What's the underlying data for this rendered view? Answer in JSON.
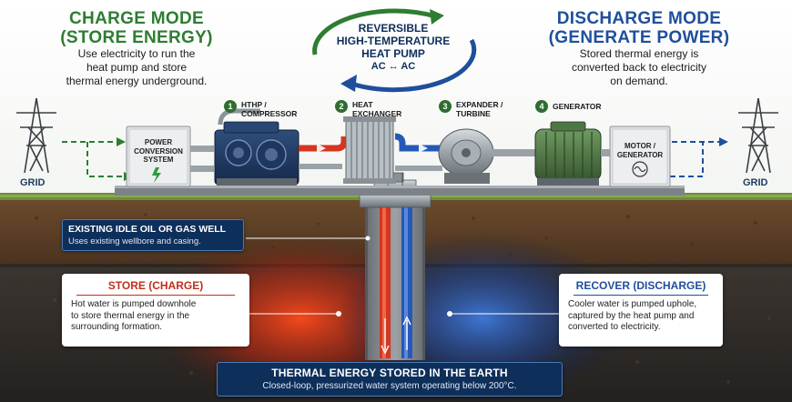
{
  "charge": {
    "title_line1": "CHARGE MODE",
    "title_line2": "(STORE ENERGY)",
    "description": [
      "Use electricity to run the",
      "heat pump and store",
      "thermal energy underground."
    ]
  },
  "discharge": {
    "title_line1": "DISCHARGE MODE",
    "title_line2": "(GENERATE POWER)",
    "description": [
      "Stored thermal energy is",
      "converted back to electricity",
      "on demand."
    ]
  },
  "cycle": {
    "line1": "REVERSIBLE",
    "line2": "HIGH-TEMPERATURE",
    "line3": "HEAT PUMP",
    "line4": "AC ↔ AC"
  },
  "steps": [
    {
      "num": "1",
      "label_line1": "HTHP /",
      "label_line2": "COMPRESSOR"
    },
    {
      "num": "2",
      "label_line1": "HEAT",
      "label_line2": "EXCHANGER"
    },
    {
      "num": "3",
      "label_line1": "EXPANDER /",
      "label_line2": "TURBINE"
    },
    {
      "num": "4",
      "label_line1": "GENERATOR",
      "label_line2": ""
    }
  ],
  "panels": {
    "power_conversion": [
      "POWER",
      "CONVERSION",
      "SYSTEM"
    ],
    "motor_generator": [
      "MOTOR /",
      "GENERATOR"
    ]
  },
  "grid": {
    "left_label": "GRID",
    "right_label": "GRID"
  },
  "well": {
    "title": "EXISTING IDLE OIL OR GAS WELL",
    "subtitle": "Uses existing wellbore and casing."
  },
  "store": {
    "title": "STORE (CHARGE)",
    "text": [
      "Hot water is pumped downhole",
      "to store thermal energy in the",
      "surrounding formation."
    ]
  },
  "recover": {
    "title": "RECOVER (DISCHARGE)",
    "text": [
      "Cooler water is pumped uphole,",
      "captured by the heat pump and",
      "converted to electricity."
    ]
  },
  "bottom": {
    "title": "THERMAL ENERGY STORED IN THE EARTH",
    "subtitle": "Closed-loop, pressurized water system operating below 200°C."
  },
  "colors": {
    "charge_green": "#2e7d32",
    "discharge_blue": "#1f4f9c",
    "hot_red": "#d4361f",
    "cold_blue": "#2559b8",
    "callout_navy": "#0e2f5a"
  }
}
